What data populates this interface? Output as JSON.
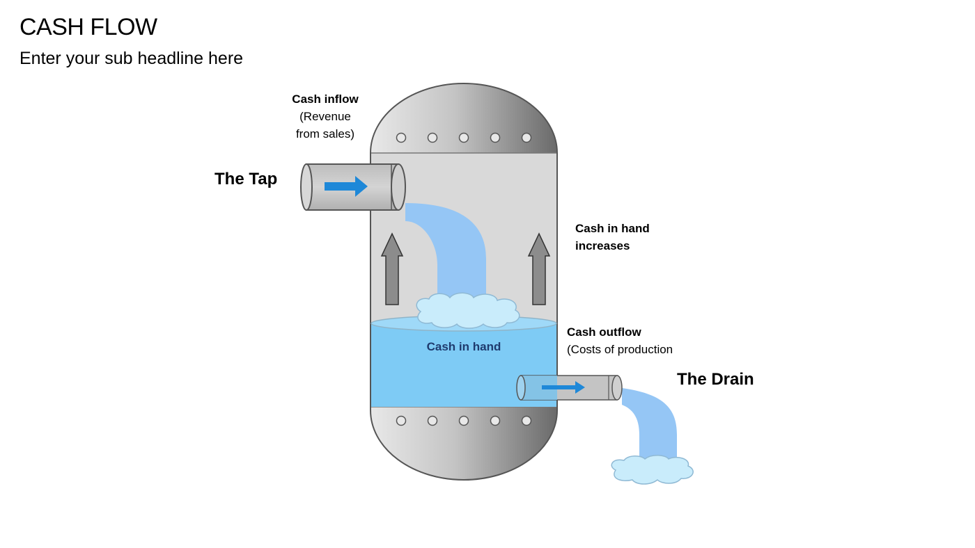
{
  "header": {
    "title": "CASH FLOW",
    "subtitle": "Enter your sub headline here"
  },
  "labels": {
    "tap": "The Tap",
    "drain": "The Drain",
    "inflow_title": "Cash inflow",
    "inflow_line1": "(Revenue",
    "inflow_line2": "from sales)",
    "increase_line1": "Cash in hand",
    "increase_line2": "increases",
    "outflow_title": "Cash outflow",
    "outflow_detail": "(Costs of production",
    "cash_in_hand": "Cash in hand"
  },
  "colors": {
    "tank_light": "#e6e6e6",
    "tank_dark": "#6e6e6e",
    "water": "#7ecbf5",
    "stream": "#95c6f5",
    "foam": "#c9ecfb",
    "arrow_blue": "#1e88d8",
    "arrow_gray": "#8c8c8c",
    "cash_label": "#1f3b6e"
  }
}
